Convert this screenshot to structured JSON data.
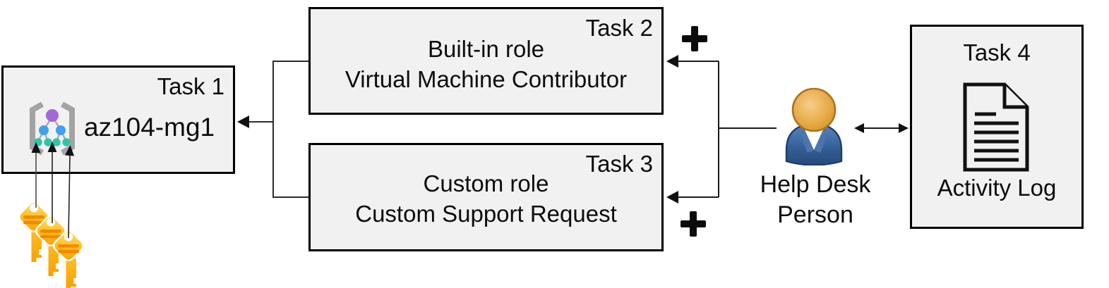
{
  "diagram": {
    "task1": {
      "label": "Task 1",
      "title": "az104-mg1",
      "icon": "management-group-icon"
    },
    "task2": {
      "label": "Task 2",
      "line1": "Built-in role",
      "line2": "Virtual Machine Contributor"
    },
    "task3": {
      "label": "Task 3",
      "line1": "Custom role",
      "line2": "Custom Support Request"
    },
    "task4": {
      "label": "Task 4",
      "caption": "Activity Log",
      "icon": "document-icon"
    },
    "actor": {
      "line1": "Help Desk",
      "line2": "Person",
      "icon": "person-icon"
    },
    "symbols": {
      "plus_top": "+",
      "plus_bottom": "+"
    },
    "keys": {
      "icon": "key-icon",
      "count": 3
    },
    "colors": {
      "box_fill": "#f1f1f2",
      "box_border": "#000000",
      "connector": "#2b2b2b",
      "key_gold_light": "#ffd95e",
      "key_gold_dark": "#ffa80a",
      "key_stripe": "#f28900",
      "person_head": "#e2a23c",
      "person_body": "#33608f",
      "mg_purple": "#a168dc",
      "mg_blue": "#3fa1ee",
      "mg_teal": "#2ec5a8",
      "mg_bracket": "#a3a3a3"
    }
  }
}
